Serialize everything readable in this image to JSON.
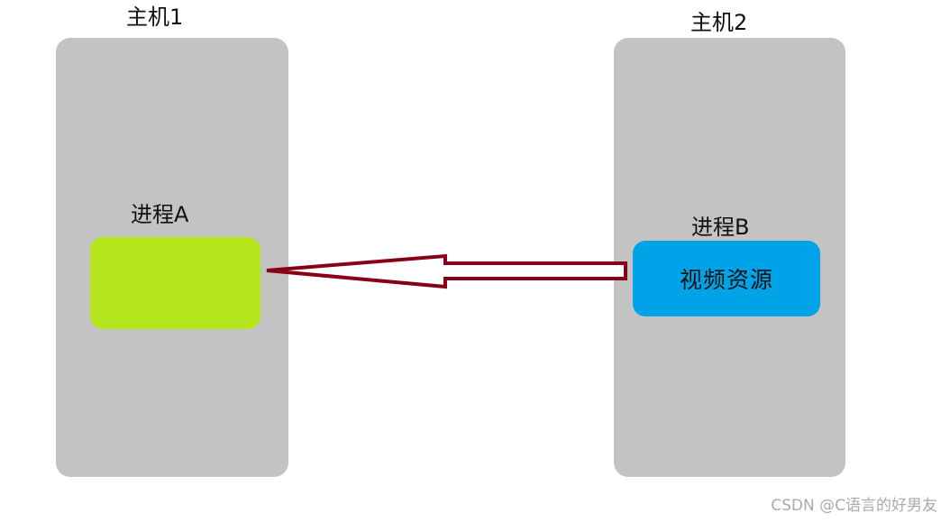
{
  "hosts": [
    {
      "title": "主机1"
    },
    {
      "title": "主机2"
    }
  ],
  "processes": {
    "a": {
      "label": "进程A"
    },
    "b": {
      "label": "进程B",
      "content": "视频资源"
    }
  },
  "colors": {
    "host_fill": "#c3c3c3",
    "process_a_fill": "#b5e51d",
    "process_b_fill": "#00a2e8",
    "arrow_stroke": "#880015"
  },
  "watermark": "CSDN @C语言的好男友"
}
